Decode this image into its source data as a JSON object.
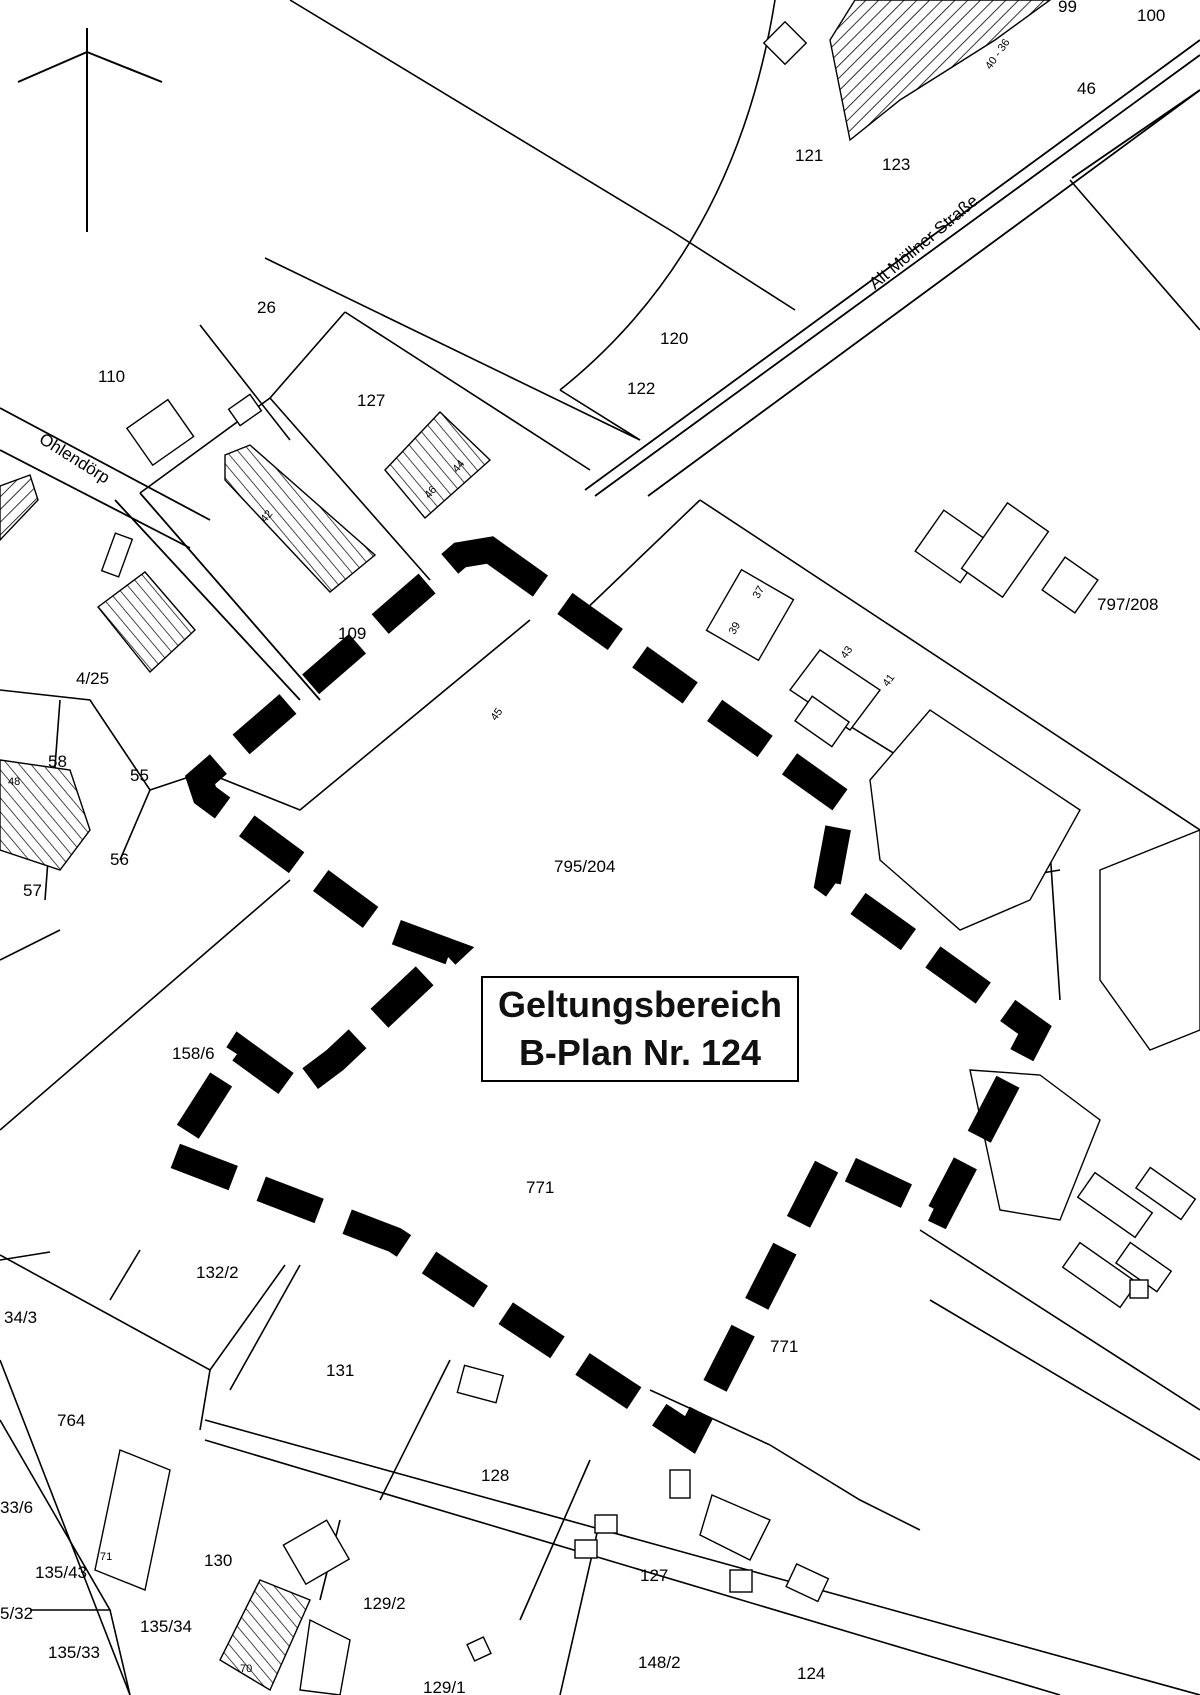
{
  "plan": {
    "title_line1": "Geltungsbereich",
    "title_line2": "B-Plan Nr. 124"
  },
  "streets": {
    "main": "Alt Möllner Straße",
    "side": "Ohlendörp"
  },
  "parcels": [
    "100",
    "99",
    "46",
    "121",
    "123",
    "26",
    "120",
    "122",
    "110",
    "127",
    "109",
    "4/25",
    "58",
    "55",
    "56",
    "57",
    "795/204",
    "797/208",
    "158/6",
    "771",
    "771",
    "132/2",
    "34/3",
    "131",
    "764",
    "128",
    "130",
    "127",
    "33/6",
    "135/43",
    "129/2",
    "5/32",
    "135/34",
    "135/33",
    "148/2",
    "124",
    "129/1"
  ],
  "house_numbers": [
    "40 - 36",
    "46",
    "44",
    "42",
    "39",
    "37",
    "43",
    "41",
    "45",
    "48",
    "71",
    "70"
  ]
}
